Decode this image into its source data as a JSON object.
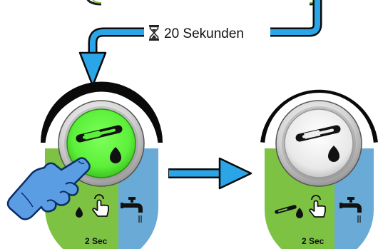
{
  "timer": {
    "icon": "hourglass-icon",
    "label": "20 Sekunden"
  },
  "panels": [
    {
      "state": "pressed",
      "button_color": "#5cf03a",
      "button_icon": "test-tube-drop-icon",
      "hold_label": "2 Sec",
      "left_zone_icons": [
        "drop-icon",
        "press-hand-icon"
      ],
      "right_zone_icon": "faucet-icon"
    },
    {
      "state": "idle",
      "button_color": "#e6e6e6",
      "button_icon": "test-tube-drop-icon",
      "hold_label": "2 Sec",
      "left_zone_icons": [
        "test-tube-icon",
        "drop-icon",
        "press-hand-icon"
      ],
      "right_zone_icon": "faucet-icon"
    }
  ],
  "colors": {
    "arrow_blue": "#2aa6e8",
    "zone_green": "#7dc243",
    "zone_blue": "#6aaad6",
    "ring_black": "#0a0a0a",
    "button_green": "#5cf03a",
    "button_white": "#e6e6e6"
  }
}
